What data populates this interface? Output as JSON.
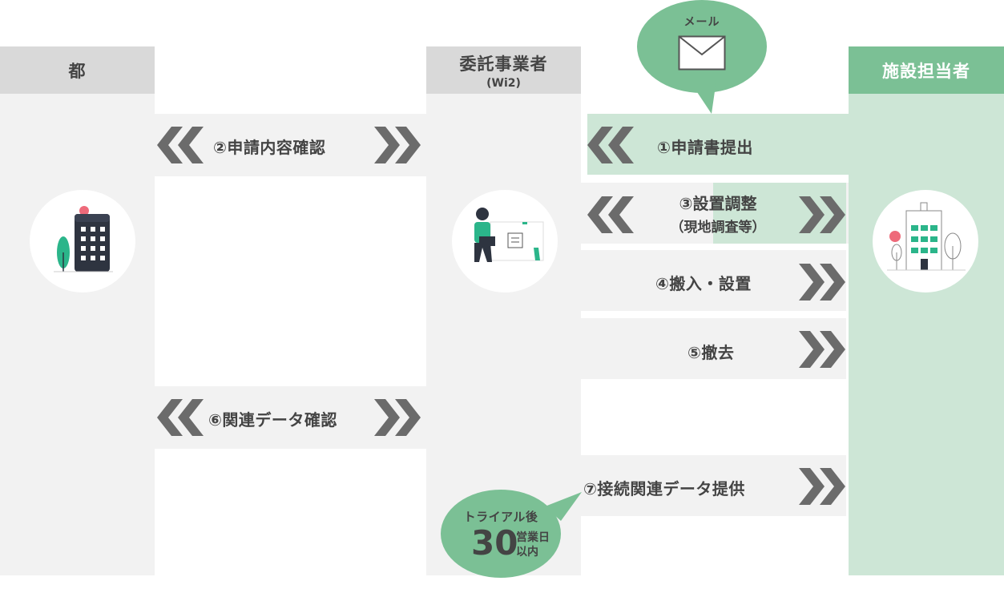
{
  "columns": {
    "tokyo": {
      "label": "都"
    },
    "contractor": {
      "label": "委託事業者",
      "sub": "(Wi2)"
    },
    "facility": {
      "label": "施設担当者"
    }
  },
  "flows": [
    {
      "label": "②申請内容確認",
      "direction": "both"
    },
    {
      "label": "⑥関連データ確認",
      "direction": "both"
    },
    {
      "label": "①申請書提出",
      "direction": "left"
    },
    {
      "label": "③設置調整",
      "sub": "（現地調査等）",
      "direction": "both"
    },
    {
      "label": "④搬入・設置",
      "direction": "right"
    },
    {
      "label": "⑤撤去",
      "direction": "right"
    },
    {
      "label": "⑦接続関連データ提供",
      "direction": "right"
    }
  ],
  "mail_bubble": {
    "label": "メール",
    "icon": "envelope-icon"
  },
  "trial_bubble": {
    "top": "トライアル後",
    "number": "30",
    "side_line1": "営業日",
    "side_line2": "以内"
  },
  "colors": {
    "green": "#7bc095",
    "light_green": "#cde6d6",
    "gray": "#d9d9d9",
    "light_gray": "#f2f2f2",
    "chevron": "#6b6b6b",
    "pink": "#ee6a7a"
  }
}
